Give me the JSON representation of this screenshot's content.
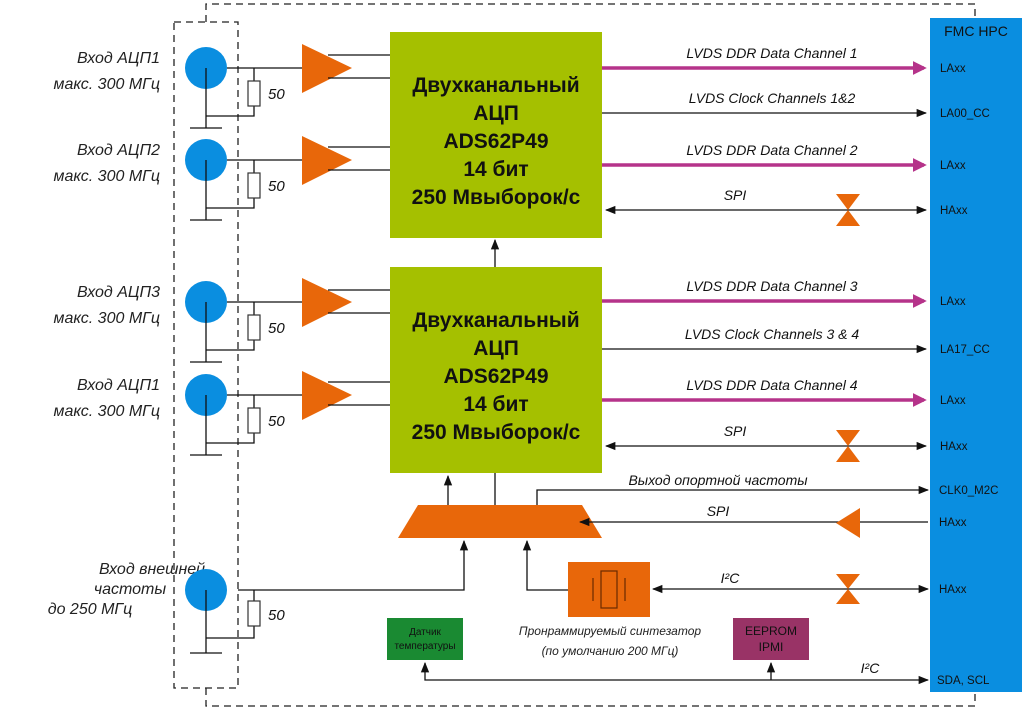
{
  "diagram_title": "",
  "colors": {
    "connector": "#0a8ee0",
    "adc_block": "#a5c000",
    "amplifier": "#e8670a",
    "fmc_block": "#0a8ee0",
    "lvds_line": "#b5338a",
    "temp_sensor": "#1a8a32",
    "eeprom": "#993366"
  },
  "inputs": [
    {
      "line1": "Вход АЦП1",
      "line2": "макс. 300 МГц",
      "resistor": "50"
    },
    {
      "line1": "Вход АЦП2",
      "line2": "макс. 300 МГц",
      "resistor": "50"
    },
    {
      "line1": "Вход АЦП3",
      "line2": "макс. 300 МГц",
      "resistor": "50"
    },
    {
      "line1": "Вход АЦП1",
      "line2": "макс. 300 МГц",
      "resistor": "50"
    }
  ],
  "ext_clock_input": {
    "line1": "Вход внешней",
    "line2": "частоты",
    "line3": "до 250 МГц",
    "resistor": "50"
  },
  "adc_blocks": [
    {
      "line1": "Двухканальный",
      "line2": "АЦП",
      "line3": "ADS62P49",
      "line4": "14 бит",
      "line5": "250 Мвыборок/с"
    },
    {
      "line1": "Двухканальный",
      "line2": "АЦП",
      "line3": "ADS62P49",
      "line4": "14 бит",
      "line5": "250 Мвыборок/с"
    }
  ],
  "fmc": {
    "title": "FMC  HPC",
    "pins": [
      "LAxx",
      "LA00_CC",
      "LAxx",
      "HAxx",
      "LAxx",
      "LA17_CC",
      "LAxx",
      "HAxx",
      "CLK0_M2C",
      "HAxx",
      "HAxx",
      "SDA, SCL"
    ]
  },
  "signals": [
    "LVDS DDR Data Channel 1",
    "LVDS Clock Channels 1&2",
    "LVDS DDR Data Channel 2",
    "SPI",
    "LVDS DDR Data Channel 3",
    "LVDS Clock Channels 3 & 4",
    "LVDS DDR Data Channel 4",
    "SPI",
    "Выход опортной частоты",
    "SPI",
    "I²C",
    "I²C"
  ],
  "synthesizer": {
    "caption1": "Пронраммируемый синтезатор",
    "caption2": "(по умолчанию 200 МГц)"
  },
  "temp_sensor": {
    "line1": "Датчик",
    "line2": "температуры"
  },
  "eeprom": {
    "line1": "EEPROM",
    "line2": "IPMI"
  }
}
